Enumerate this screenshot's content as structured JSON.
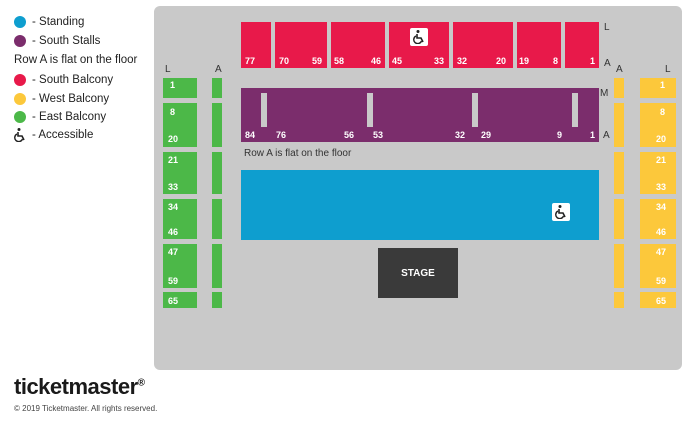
{
  "legend": [
    {
      "label": "- Standing",
      "color": "#0e9ecf"
    },
    {
      "label": "- South Stalls",
      "color": "#7b2d6c"
    },
    {
      "label": "Row A is flat on the floor",
      "color": ""
    },
    {
      "label": "- South Balcony",
      "color": "#e8194a"
    },
    {
      "label": "- West Balcony",
      "color": "#fcc83b"
    },
    {
      "label": "- East Balcony",
      "color": "#4cb848"
    },
    {
      "label": "- Accessible",
      "color": "",
      "icon": "wheelchair-icon"
    }
  ],
  "south_balcony": {
    "nums": [
      "77",
      "70",
      "59",
      "58",
      "46",
      "45",
      "33",
      "32",
      "20",
      "19",
      "8",
      "1"
    ],
    "rows": [
      "L",
      "A"
    ],
    "color": "#e8194a"
  },
  "south_stalls": {
    "nums": [
      "84",
      "76",
      "56",
      "53",
      "32",
      "29",
      "9",
      "1"
    ],
    "rows": [
      "M",
      "A"
    ],
    "color": "#7b2d6c",
    "note": "Row A is flat on the floor"
  },
  "standing": {
    "color": "#0e9ecf"
  },
  "east_balcony": {
    "nums": [
      "1",
      "8",
      "20",
      "21",
      "33",
      "34",
      "46",
      "47",
      "59",
      "65"
    ],
    "rows": [
      "L",
      "A"
    ],
    "color": "#4cb848"
  },
  "west_balcony": {
    "nums": [
      "1",
      "8",
      "20",
      "21",
      "33",
      "34",
      "46",
      "47",
      "59",
      "65"
    ],
    "rows": [
      "A",
      "L"
    ],
    "color": "#fcc83b"
  },
  "stage": {
    "label": "STAGE"
  },
  "brand": {
    "name": "ticketmaster",
    "mark": "®",
    "copyright": "© 2019 Ticketmaster. All rights reserved."
  }
}
